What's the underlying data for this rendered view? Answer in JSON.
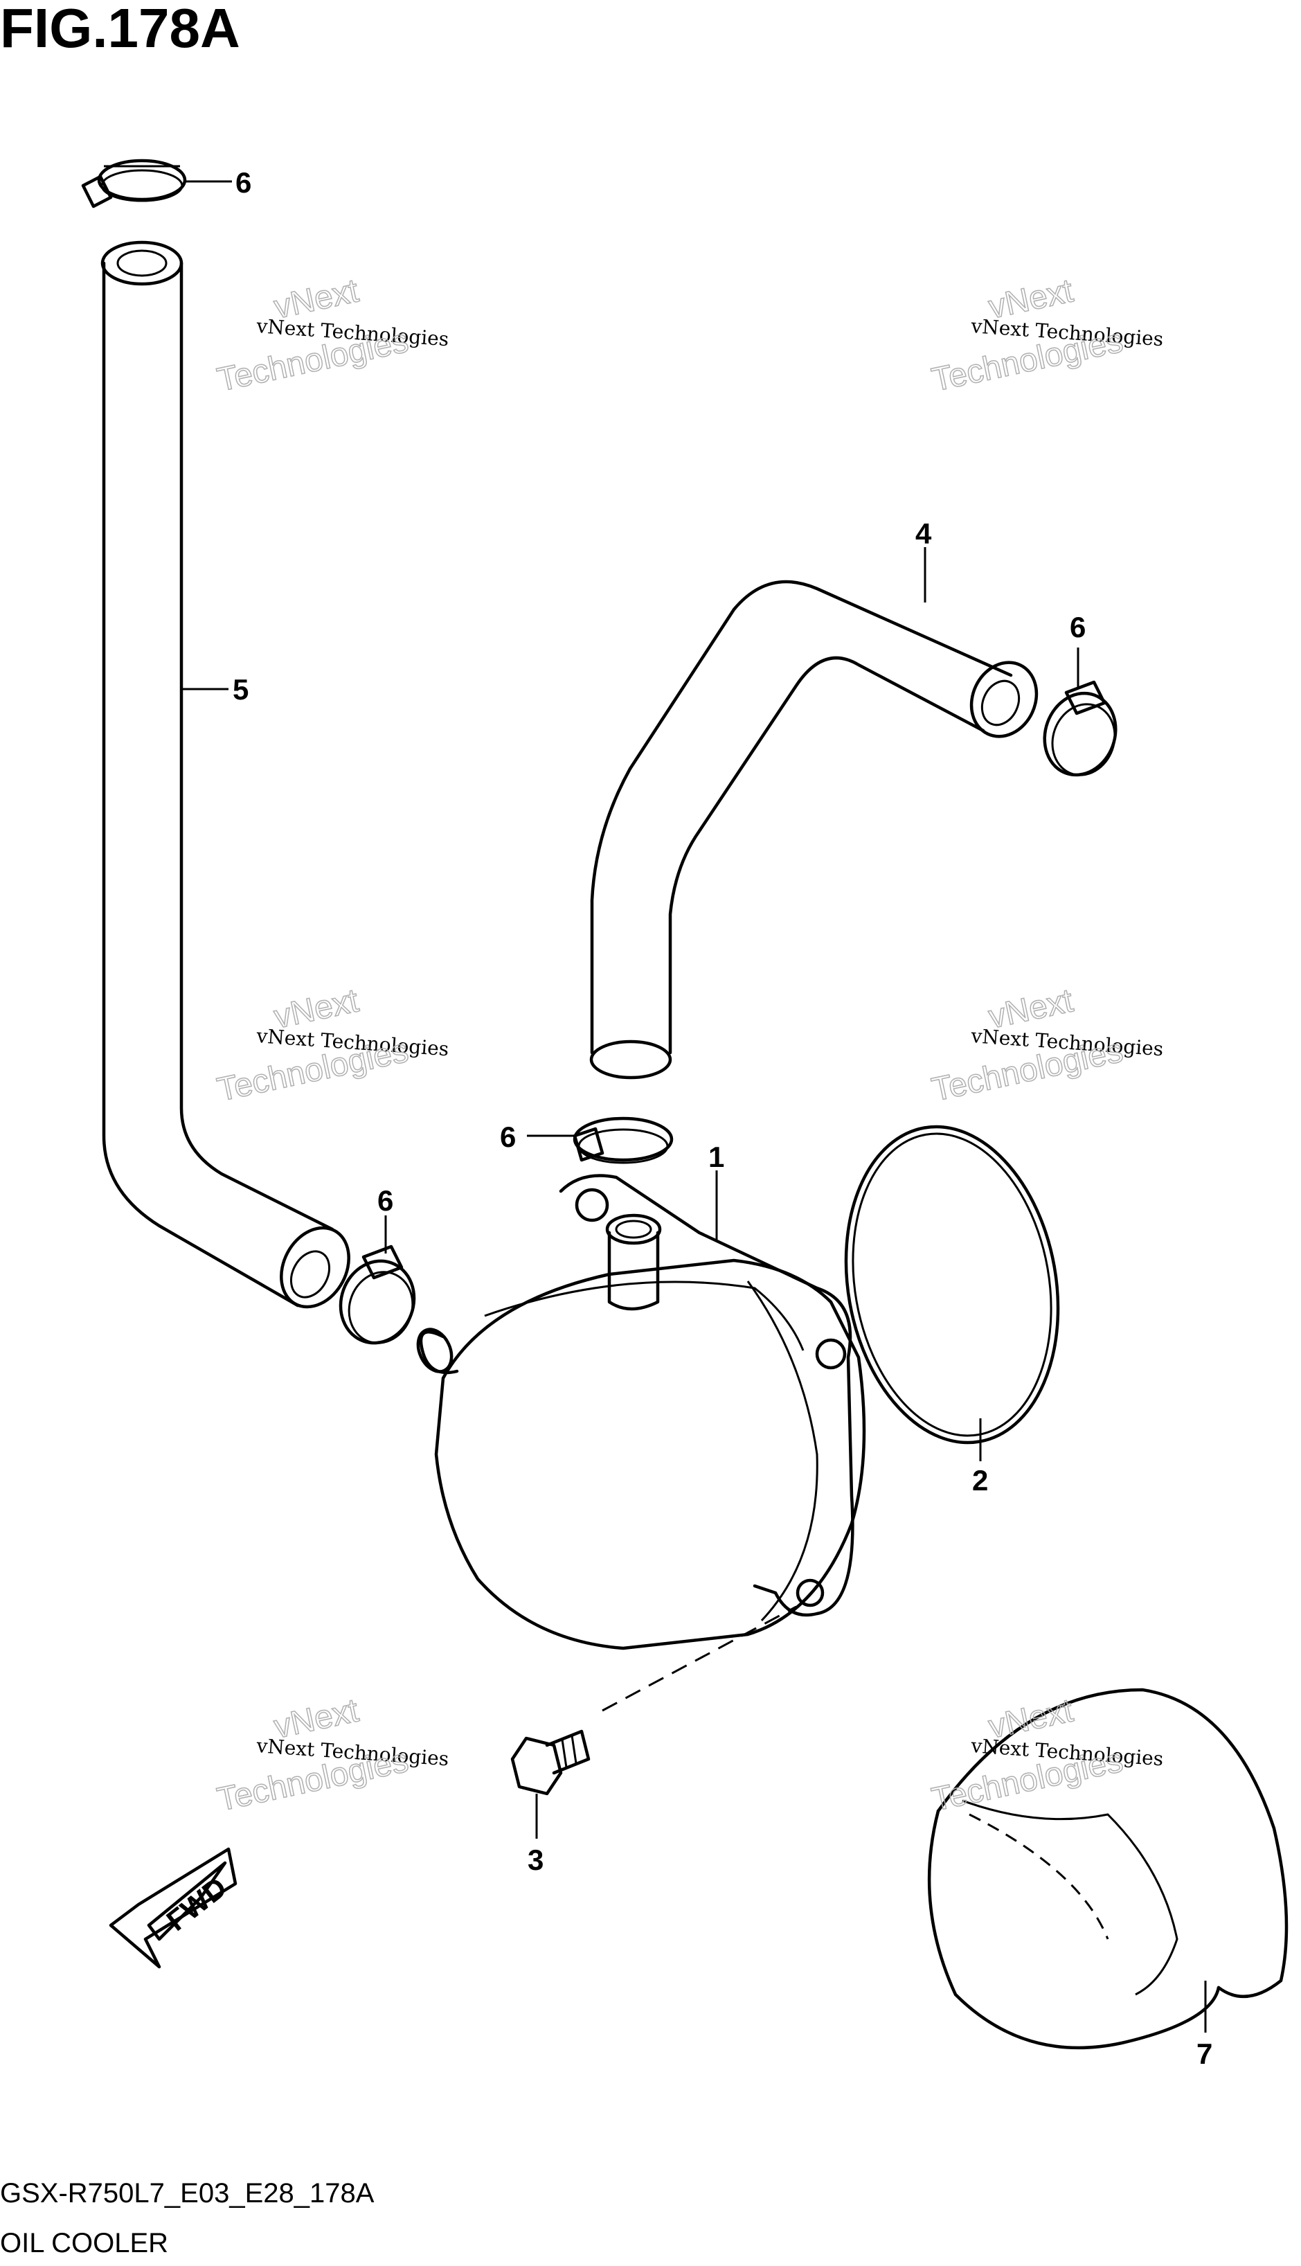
{
  "figure": {
    "title": "FIG.178A",
    "model_code": "GSX-R750L7_E03_E28_178A",
    "caption": "OIL COOLER"
  },
  "callouts": [
    {
      "id": "c6a",
      "text": "6"
    },
    {
      "id": "c5",
      "text": "5"
    },
    {
      "id": "c4",
      "text": "4"
    },
    {
      "id": "c6b",
      "text": "6"
    },
    {
      "id": "c6c",
      "text": "6"
    },
    {
      "id": "c1",
      "text": "1"
    },
    {
      "id": "c6d",
      "text": "6"
    },
    {
      "id": "c2",
      "text": "2"
    },
    {
      "id": "c3",
      "text": "3"
    },
    {
      "id": "c7",
      "text": "7"
    }
  ],
  "fwd_label": "FWD",
  "watermark": {
    "line1": "vNext Technologies",
    "line2a": "vNext",
    "line2b": "Technologies"
  },
  "colors": {
    "ink": "#000000",
    "watermark": "#b0b0b0",
    "background": "#ffffff"
  }
}
